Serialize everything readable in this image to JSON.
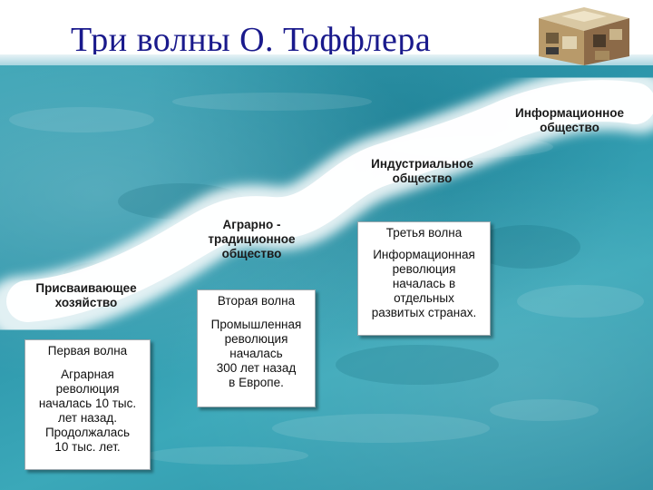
{
  "title": "Три волны О. Тоффлера",
  "stages": [
    {
      "label": "Присваивающее\nхозяйство"
    },
    {
      "label": "Аграрно -\nтрадиционное\nобщество"
    },
    {
      "label": "Индустриальное\nобщество"
    },
    {
      "label": "Информационное\nобщество"
    }
  ],
  "waves": [
    {
      "title": "Первая волна",
      "text": "Аграрная\nреволюция\nначалась 10 тыс.\nлет назад.\nПродолжалась\n10 тыс. лет."
    },
    {
      "title": "Вторая волна",
      "text": "Промышленная\nреволюция\nначалась\n300 лет назад\nв Европе."
    },
    {
      "title": "Третья волна",
      "text": "Информационная\nреволюция\nначалась в\nотдельных\nразвитых странах."
    }
  ],
  "colors": {
    "title": "#1a1a8c",
    "sea": "#3aa3b5",
    "path": "#ffffff"
  }
}
